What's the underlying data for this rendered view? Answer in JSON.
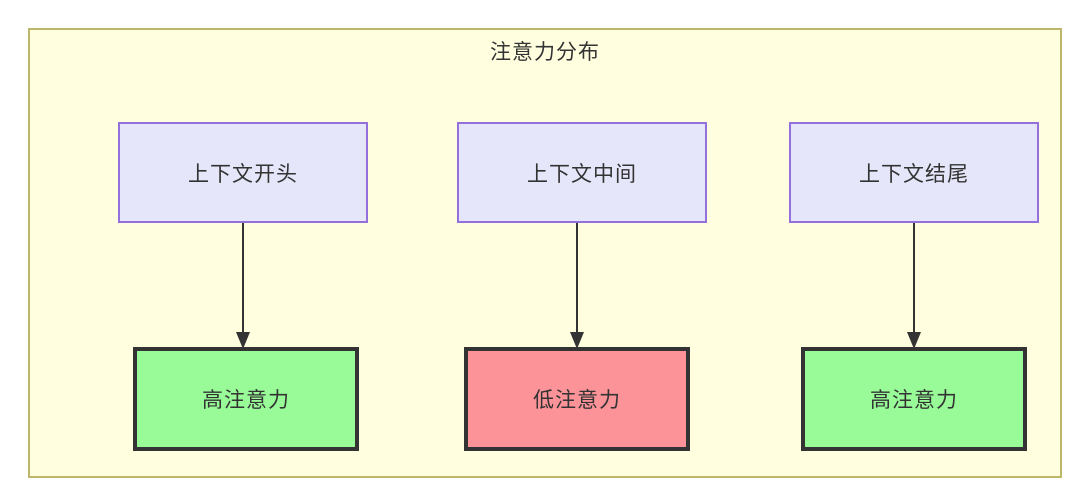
{
  "diagram": {
    "title": "注意力分布",
    "colors": {
      "container_fill": "#FFFFE0",
      "container_border": "#BDB76B",
      "context_fill": "#E6E6FA",
      "context_border": "#9370DB",
      "high_attention_fill": "#98FB98",
      "low_attention_fill": "#FB9398",
      "node_border": "#333333",
      "edge": "#333333",
      "text": "#333333"
    },
    "columns": [
      {
        "context_label": "上下文开头",
        "attention_label": "高注意力",
        "attention_level": "high"
      },
      {
        "context_label": "上下文中间",
        "attention_label": "低注意力",
        "attention_level": "low"
      },
      {
        "context_label": "上下文结尾",
        "attention_label": "高注意力",
        "attention_level": "high"
      }
    ]
  }
}
